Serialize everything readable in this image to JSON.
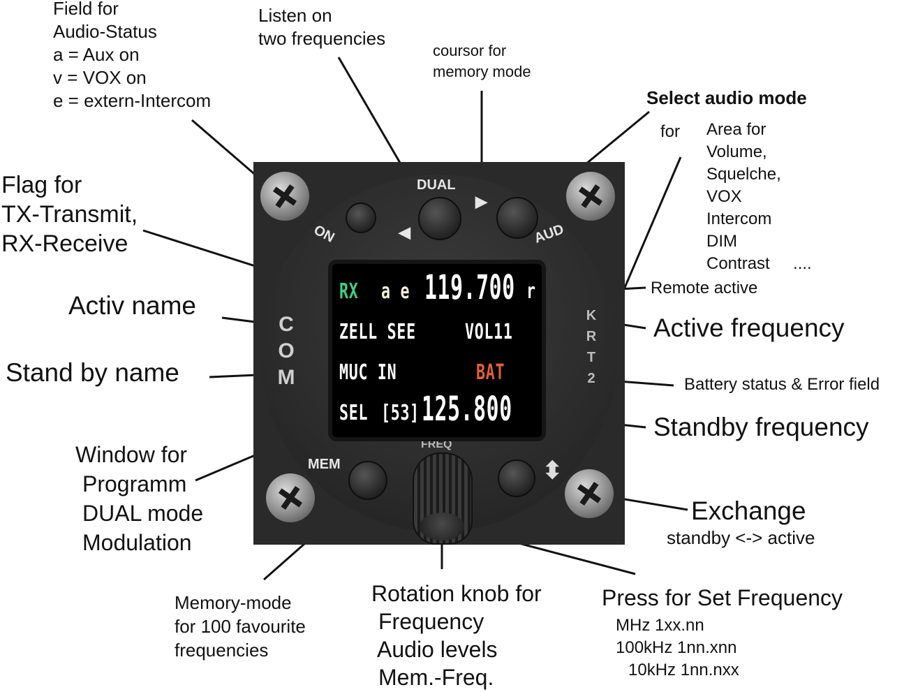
{
  "annotations": {
    "audio_status": [
      "Field for",
      "Audio-Status",
      "a = Aux on",
      "v = VOX on",
      "e = extern-Intercom"
    ],
    "listen_two": [
      "Listen on",
      "two frequencies"
    ],
    "cursor_memory": [
      "coursor for",
      "memory mode"
    ],
    "select_audio_mode": "Select audio mode",
    "for_label": "for",
    "audio_area": [
      "Area for",
      "Volume,",
      "Squelche,",
      "VOX",
      "Intercom",
      "DIM",
      "Contrast     ...."
    ],
    "flag_tx_rx": [
      "Flag for",
      "TX-Transmit,",
      "RX-Receive"
    ],
    "remote_active": "Remote active",
    "activ_name": "Activ name",
    "active_frequency": "Active frequency",
    "stand_by_name": "Stand by name",
    "battery_status": "Battery status & Error field",
    "standby_frequency": "Standby frequency",
    "window_programm": [
      "Window for",
      "Programm",
      "DUAL mode",
      "Modulation"
    ],
    "exchange_title": "Exchange",
    "exchange_sub": "standby <-> active",
    "memory_mode": [
      "Memory-mode",
      "for 100 favourite",
      "frequencies"
    ],
    "rotation_knob": [
      "Rotation knob for",
      "Frequency",
      "Audio levels",
      "Mem.-Freq."
    ],
    "press_set_freq_title": "Press for Set Frequency",
    "press_set_freq_lines": [
      "MHz 1xx.nn",
      "100kHz 1nn.xnn",
      "10kHz 1nn.nxx"
    ]
  },
  "device": {
    "labels": {
      "on": "ON",
      "dual": "DUAL",
      "aud": "AUD",
      "mem": "MEM",
      "freq": "FREQ",
      "com_vertical": [
        "C",
        "O",
        "M"
      ],
      "krt_vertical": [
        "K",
        "R",
        "T",
        "2"
      ],
      "arrow_left": "◀",
      "arrow_right": "▶",
      "arrow_updown": "⬍"
    },
    "screen": {
      "flag": "RX",
      "audio_status": "a e",
      "active_freq": "119.700",
      "remote_flag": "r",
      "active_name": "ZELL SEE",
      "volume": "VOL11",
      "standby_name": "MUC IN",
      "battery": "BAT",
      "mode": "SEL",
      "memory_slot": "[53]",
      "standby_freq": "125.800"
    },
    "colors": {
      "flag": "#3fd08a",
      "audio_status": "#f3f0d8",
      "battery": "#e0603a",
      "text": "#ffffff"
    }
  }
}
